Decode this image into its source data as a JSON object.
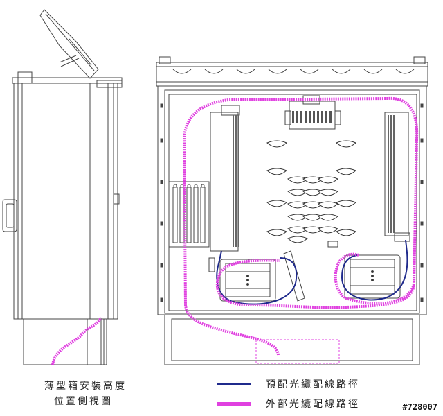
{
  "side_view": {
    "caption_line1": "薄型箱安裝高度",
    "caption_line2": "位置側視圖"
  },
  "legend": {
    "items": [
      {
        "label": "預配光纜配線路徑",
        "color": "#1f2a8c",
        "thickness": 2
      },
      {
        "label": "外部光纜配線路徑",
        "color": "#e040e0",
        "thickness": 5
      }
    ]
  },
  "colors": {
    "outline": "#444444",
    "pre_route": "#1f2a8c",
    "external_route": "#e040e0"
  },
  "watermark": "#728007"
}
